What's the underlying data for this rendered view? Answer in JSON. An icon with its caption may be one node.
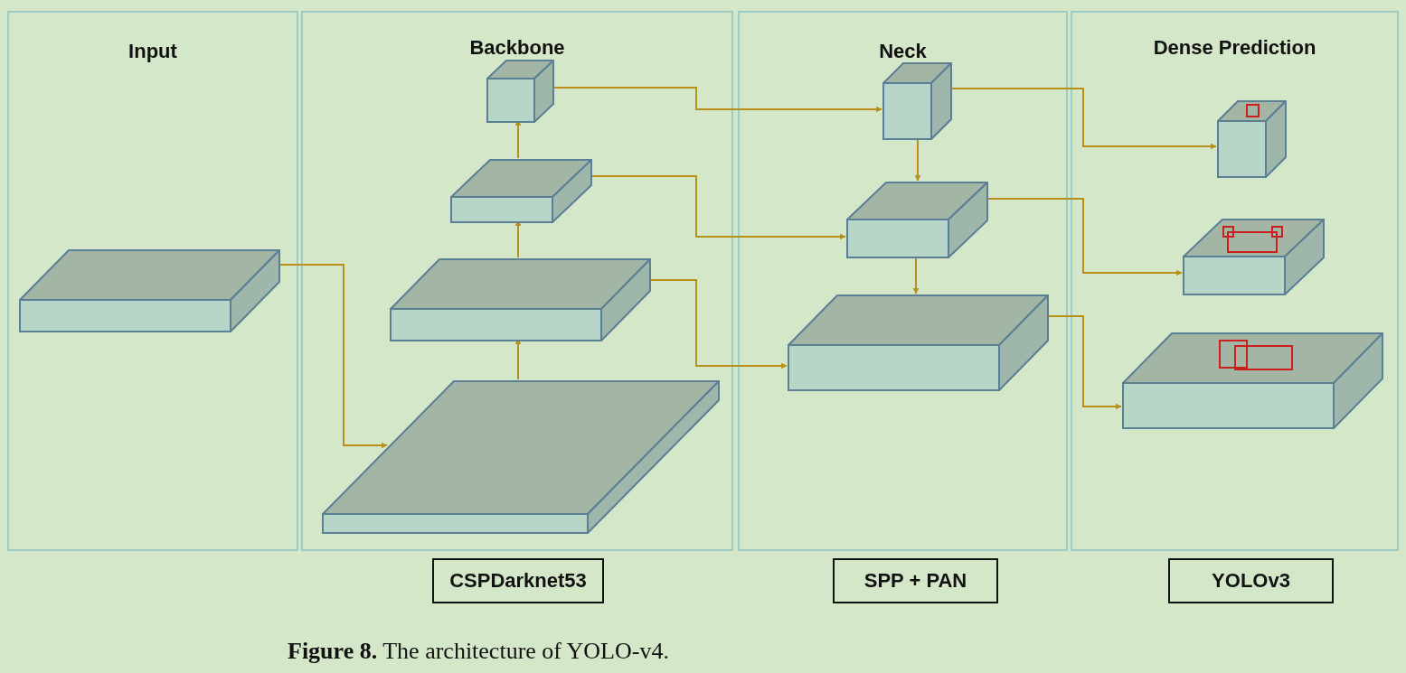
{
  "diagram": {
    "caption": "**Figure 8.** The architecture of YOLO-v4.",
    "nodes": [
      {
        "text": [
          "Input"
        ]
      },
      {
        "text": [
          "Backbone"
        ]
      },
      {
        "text": [
          "Neck"
        ]
      },
      {
        "text": [
          "Dense Prediction"
        ]
      },
      {
        "text": [],
        "shape": "box",
        "in": 0
      },
      {
        "text": [],
        "shape": "box",
        "in": 1
      },
      {
        "text": [],
        "shape": "box",
        "in": 1
      },
      {
        "text": [],
        "shape": "box",
        "in": 1
      },
      {
        "text": [],
        "shape": "box",
        "in": 1
      },
      {
        "text": [],
        "shape": "box",
        "in": 2
      },
      {
        "text": [],
        "shape": "box",
        "in": 2
      },
      {
        "text": [],
        "shape": "box",
        "in": 2
      },
      {
        "text": [],
        "shape": "box",
        "in": 3
      },
      {
        "text": [],
        "shape": "box",
        "in": 3
      },
      {
        "text": [],
        "shape": "box",
        "in": 3
      },
      {
        "text": [
          "CSPDarknet53"
        ]
      },
      {
        "text": [
          "SPP + PAN"
        ]
      },
      {
        "text": [
          "YOLOv3"
        ]
      }
    ],
    "edges": [
      {
        "from": 4,
        "to": 8,
        "arrow": "to"
      },
      {
        "from": 8,
        "to": 7,
        "arrow": "to"
      },
      {
        "from": 7,
        "to": 6,
        "arrow": "to"
      },
      {
        "from": 6,
        "to": 5,
        "arrow": "to"
      },
      {
        "from": 5,
        "to": 9,
        "arrow": "to"
      },
      {
        "from": 6,
        "to": 10,
        "arrow": "to"
      },
      {
        "from": 7,
        "to": 11,
        "arrow": "to"
      },
      {
        "from": 9,
        "to": 10,
        "arrow": "to"
      },
      {
        "from": 10,
        "to": 11,
        "arrow": "to"
      },
      {
        "from": 9,
        "to": 12,
        "arrow": "to"
      },
      {
        "from": 10,
        "to": 13,
        "arrow": "to"
      },
      {
        "from": 11,
        "to": 14,
        "arrow": "to"
      }
    ]
  }
}
